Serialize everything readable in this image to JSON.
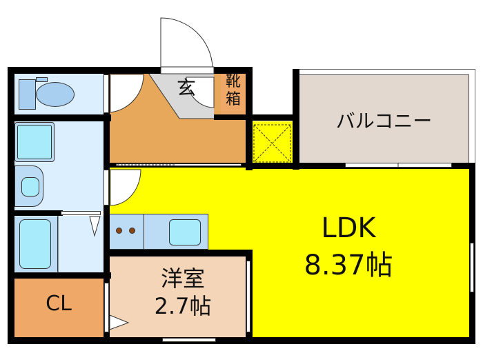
{
  "floorplan": {
    "rooms": {
      "ldk": {
        "name": "LDK",
        "size": "8.37帖",
        "color": "#ffff00"
      },
      "western_room": {
        "name": "洋室",
        "size": "2.7帖",
        "color": "#f5d5b8"
      },
      "closet": {
        "name": "CL",
        "color": "#f0a868"
      },
      "entrance": {
        "name": "玄",
        "color": "#d9d9d9"
      },
      "shoe_box": {
        "name_line1": "靴",
        "name_line2": "箱",
        "color": "#f0a868"
      },
      "hallway": {
        "color": "#e8a85c"
      },
      "balcony": {
        "name": "バルコニー",
        "color": "#e2d8d0"
      },
      "toilet": {
        "color": "#dcefff"
      },
      "washroom": {
        "color": "#dcefff"
      },
      "bathroom": {
        "color": "#dcefff"
      },
      "kitchen": {
        "color": "#bcdcf5"
      }
    },
    "colors": {
      "wall": "#000000",
      "fixture_blue": "#a8ecfc",
      "fixture_panel": "#bcdcf5",
      "stove_burner": "#8b4513"
    }
  }
}
